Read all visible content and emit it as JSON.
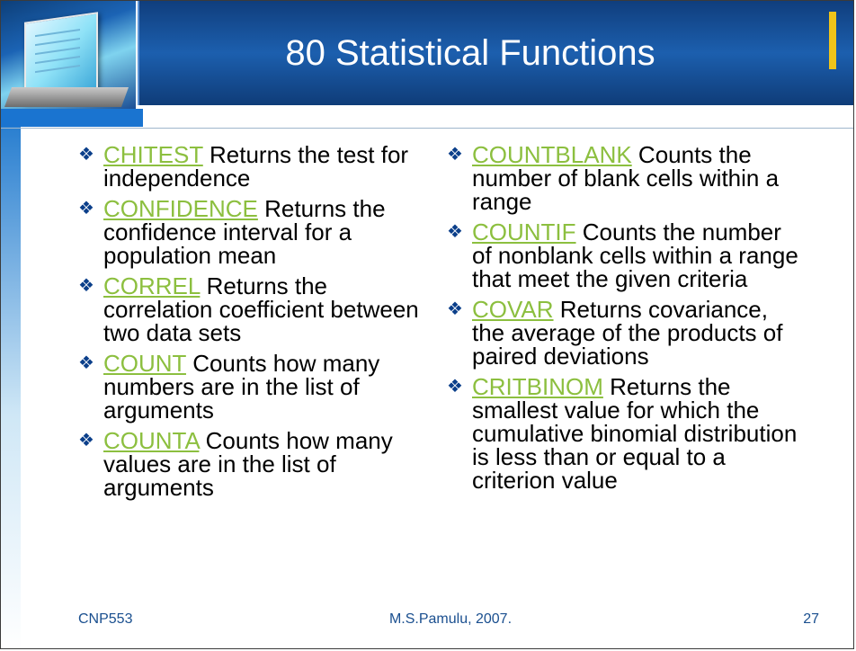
{
  "title": "80 Statistical Functions",
  "bullet_icon": "diamond-bullet",
  "colors": {
    "title_bg": "#1c5fae",
    "accent": "#f0c419",
    "link": "#8cbf3f",
    "footer_text": "#1a4f8f"
  },
  "left_items": [
    {
      "func": "CHITEST",
      "desc": " Returns the test for independence"
    },
    {
      "func": "CONFIDENCE",
      "desc": " Returns the confidence interval for a population mean"
    },
    {
      "func": "CORREL",
      "desc": " Returns the correlation coefficient between two data sets"
    },
    {
      "func": "COUNT",
      "desc": " Counts how many numbers are in the list of arguments"
    },
    {
      "func": "COUNTA",
      "desc": " Counts how many values are in the list of arguments"
    }
  ],
  "right_items": [
    {
      "func": "COUNTBLANK",
      "desc": " Counts the number of blank cells within a range"
    },
    {
      "func": "COUNTIF",
      "desc": " Counts the number of nonblank cells within a range that meet the given criteria"
    },
    {
      "func": "COVAR",
      "desc": " Returns covariance, the average of the products of paired deviations"
    },
    {
      "func": "CRITBINOM",
      "desc": " Returns the smallest value for which the cumulative binomial distribution is less than or equal to a criterion value"
    }
  ],
  "footer": {
    "course": "CNP553",
    "author": "M.S.Pamulu, 2007.",
    "page": "27"
  }
}
